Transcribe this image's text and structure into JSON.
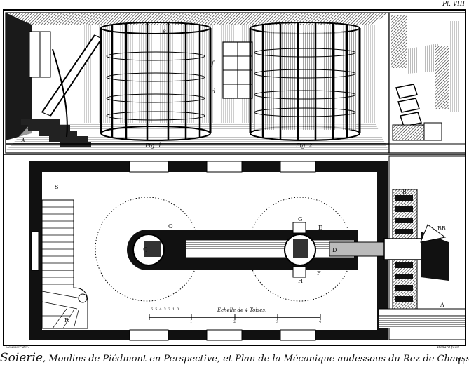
{
  "plate_number": "Pl. VIII",
  "caption": {
    "title": "Soierie",
    "rest": ", Moulins de Piédmont en Perspective, et Plan de la Mécanique audessous du Rez de Chaussée"
  },
  "credits": {
    "left": "Goussier del.",
    "right": "Benard fecit"
  },
  "plate_letter": "H",
  "figures": {
    "fig1": "Fig. 1.",
    "fig2": "Fig. 2."
  },
  "scale": {
    "label": "Echelle de 4 Toises.",
    "ticks": [
      "1",
      "2",
      "3",
      "4"
    ],
    "sub_ticks": [
      "6",
      "5",
      "4",
      "3",
      "2",
      "1",
      "0"
    ]
  },
  "plan_letters": {
    "s": "S",
    "r": "R",
    "o": "O",
    "q": "Q",
    "g": "G",
    "e": "E",
    "d": "D",
    "h": "H",
    "f": "F",
    "b": "B",
    "bb": "BB",
    "a": "A"
  },
  "perspective_letters": {
    "a": "A",
    "e": "e",
    "f": "f",
    "d": "d"
  }
}
